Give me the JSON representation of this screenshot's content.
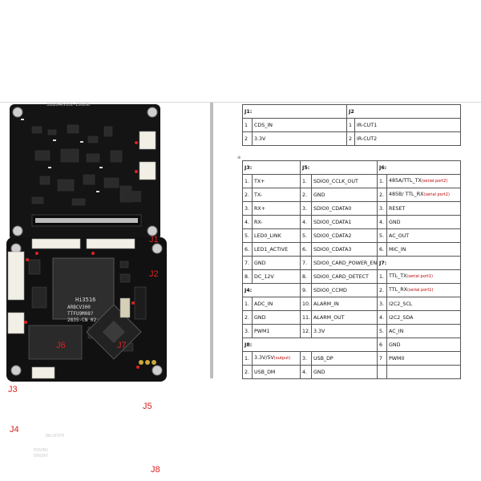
{
  "board": {
    "top_pcb_silk": "3182B4KV102-23020D",
    "soc_lines": [
      "Hi3516",
      "ARBCV300",
      "TTFU9M08?",
      "2835-CN   02"
    ],
    "flash_lines": [
      "JWLGE97R",
      "E95PBS",
      "ER03AT"
    ],
    "labels": {
      "j1": "J1",
      "j2": "J2",
      "j3": "J3",
      "j4": "J4",
      "j5": "J5",
      "j6": "J6",
      "j7": "J7",
      "j8": "J8"
    }
  },
  "doc": {
    "table1": {
      "headers": [
        "J1:",
        "J2"
      ],
      "rows": [
        [
          "1",
          "CDS_IN",
          "1",
          "IR-CUT1"
        ],
        [
          "2",
          "3.3V",
          "2",
          "IR-CUT2"
        ]
      ]
    },
    "table2": {
      "headers": [
        "J3:",
        "J5:",
        "J6:"
      ],
      "rows": [
        [
          "1.",
          "TX+",
          "1.",
          "SDIO0_CCLK_OUT",
          "1.",
          "485A/TTL_TX",
          "(serial port2)"
        ],
        [
          "2.",
          "TX-",
          "2.",
          "GND",
          "2.",
          "485B/ TTL_RX",
          "(serial port2)"
        ],
        [
          "3.",
          "RX+",
          "3.",
          "SDIO0_CDATA0",
          "3.",
          "RESET",
          ""
        ],
        [
          "4.",
          "RX-",
          "4.",
          "SDIO0_CDATA1",
          "4.",
          "GND",
          ""
        ],
        [
          "5.",
          "LED0_LINK",
          "5.",
          "SDIO0_CDATA2",
          "5.",
          "AC_OUT",
          ""
        ],
        [
          "6.",
          "LED1_ACTIVE",
          "6.",
          "SDIO0_CDATA3",
          "6.",
          "MIC_IN",
          ""
        ]
      ],
      "row7": [
        "7.",
        "GND",
        "7.",
        "SDIO0_CARD_POWER_EN",
        "J7:"
      ],
      "row8": [
        "8.",
        "DC_12V",
        "8.",
        "SDIO0_CARD_DETECT",
        "1.",
        "TTL_TX",
        "(serial port1)"
      ],
      "row9": [
        "J4:",
        "9.",
        "SDIO0_CCMD",
        "2.",
        "TTL_RX",
        "(serial port1)"
      ],
      "rows_j4": [
        [
          "1.",
          "ADC_IN",
          "10.",
          "ALARM_IN",
          "3.",
          "I2C2_SCL"
        ],
        [
          "2.",
          "GND",
          "11.",
          "ALARM_OUT",
          "4.",
          "I2C2_SDA"
        ],
        [
          "3.",
          "PWM1",
          "12.",
          "3.3V",
          "5.",
          "AC_IN"
        ]
      ],
      "row_j8": [
        "J8:",
        "6",
        "GND"
      ],
      "rows_j8": [
        [
          "1.",
          "3.3V/5V",
          "(output)",
          "3.",
          "USB_DP",
          "7",
          "PWM0"
        ],
        [
          "2.",
          "USB_DM",
          "",
          "4.",
          "GND",
          "",
          ""
        ]
      ]
    }
  }
}
